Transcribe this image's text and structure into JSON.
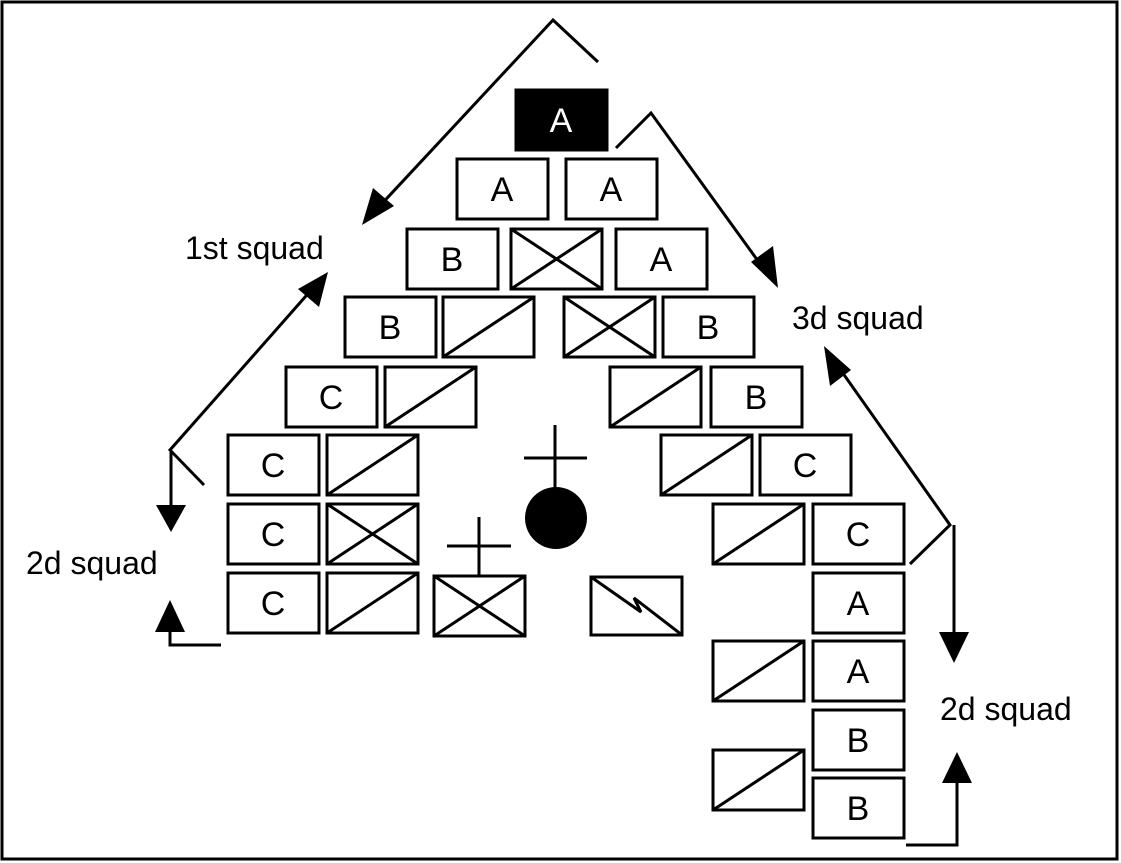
{
  "colors": {
    "ink": "#000000",
    "paper": "#ffffff"
  },
  "labels": {
    "first_squad": "1st squad",
    "third_squad": "3d squad",
    "second_squad_left": "2d squad",
    "second_squad_right": "2d squad"
  },
  "letters": {
    "lead": "A",
    "a": "A",
    "b": "B",
    "c": "C"
  },
  "symbols": [
    "leader-cross-symbol",
    "circle-symbol",
    "zigzag-symbol"
  ]
}
